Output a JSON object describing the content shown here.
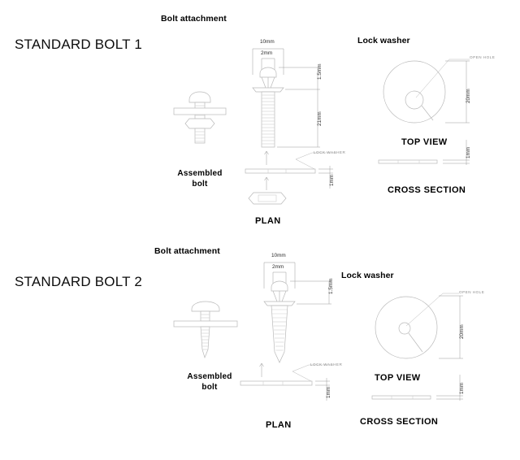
{
  "document": {
    "kind": "technical-drawing",
    "sheet_background": "#ffffff",
    "line_color": "#b9b9b9",
    "text_color": "#000000",
    "dimension_text_color": "#2a2a2a",
    "annotation_color": "#8c8c8c"
  },
  "sections": [
    {
      "id": "standard-bolt-1",
      "title": "STANDARD BOLT 1",
      "headers": {
        "attachment": "Bolt attachment",
        "washer": "Lock washer"
      },
      "captions": {
        "assembled_line1": "Assembled",
        "assembled_line2": "bolt",
        "plan": "PLAN",
        "top_view": "TOP VIEW",
        "cross_section": "CROSS SECTION"
      },
      "annotations": {
        "open_hole": "OPEN  HOLE",
        "lock_washer": "LOCK  WASHER"
      },
      "dimensions": {
        "head_width": "10mm",
        "shaft_width": "2mm",
        "head_height": "1.5mm",
        "shaft_length": "21mm",
        "washer_thickness_plan": "1mm",
        "washer_diameter": "20mm",
        "washer_thickness_section": "1mm"
      },
      "fastener_type": "bolt-with-hex-nut"
    },
    {
      "id": "standard-bolt-2",
      "title": "STANDARD BOLT 2",
      "headers": {
        "attachment": "Bolt attachment",
        "washer": "Lock washer"
      },
      "captions": {
        "assembled_line1": "Assembled",
        "assembled_line2": "bolt",
        "plan": "PLAN",
        "top_view": "TOP VIEW",
        "cross_section": "CROSS SECTION"
      },
      "annotations": {
        "open_hole": "OPEN  HOLE",
        "lock_washer": "LOCK  WASHER"
      },
      "dimensions": {
        "head_width": "10mm",
        "shaft_width": "2mm",
        "head_height": "1.5mm",
        "washer_thickness_plan": "1mm",
        "washer_diameter": "20mm",
        "washer_thickness_section": "1mm"
      },
      "fastener_type": "self-tapping-screw"
    }
  ]
}
